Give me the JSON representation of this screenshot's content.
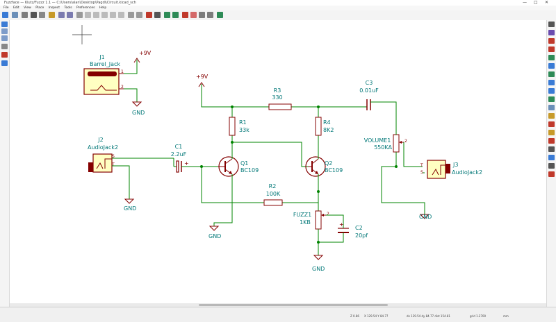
{
  "window": {
    "title": "Fuzzface — Klutz/Fuzzz 1.1 — C:\\Users\\alan\\Desktop\\Pagdi\\Circuit.kicad_sch",
    "controls": [
      "—",
      "□",
      "✕"
    ]
  },
  "menu": [
    "File",
    "Edit",
    "View",
    "Place",
    "Inspect",
    "Tools",
    "Preferences",
    "Help"
  ],
  "canvas": {
    "components": {
      "J1": {
        "ref": "J1",
        "value": "Barrel_Jack",
        "pin1": "1",
        "pin2": "2"
      },
      "J2": {
        "ref": "J2",
        "value": "AudioJack2",
        "pinS": "S",
        "pinT": "T"
      },
      "J3": {
        "ref": "J3",
        "value": "AudioJack2",
        "pinS": "S",
        "pinT": "T"
      },
      "C1": {
        "ref": "C1",
        "value": "2.2uF",
        "plus": "+"
      },
      "C2": {
        "ref": "C2",
        "value": "20pf",
        "plus": "+"
      },
      "C3": {
        "ref": "C3",
        "value": "0.01uF"
      },
      "R1": {
        "ref": "R1",
        "value": "33k"
      },
      "R2": {
        "ref": "R2",
        "value": "100K"
      },
      "R3": {
        "ref": "R3",
        "value": "330"
      },
      "R4": {
        "ref": "R4",
        "value": "8K2"
      },
      "Q1": {
        "ref": "Q1",
        "value": "BC109"
      },
      "Q2": {
        "ref": "Q2",
        "value": "BC109"
      },
      "FUZZ1": {
        "ref": "FUZZ1",
        "value": "1KB",
        "pin2": "2"
      },
      "VOLUME1": {
        "ref": "VOLUME1",
        "value": "550KA",
        "pin2": "2"
      }
    },
    "power": {
      "vcc_label": "+9V",
      "gnd_label": "GND"
    }
  },
  "statusbar": {
    "zoom": "Z 0.86",
    "coords": "X 129.54  Y 84.77",
    "delta": "dx 129.54  dy 84.77  dist 154.81",
    "grid": "grid 1.2700",
    "units": "mm"
  },
  "colors": {
    "wire": "#008400",
    "component": "#840000",
    "component_fill": "#ffffc2",
    "text": "#007777",
    "junction": "#008400"
  }
}
